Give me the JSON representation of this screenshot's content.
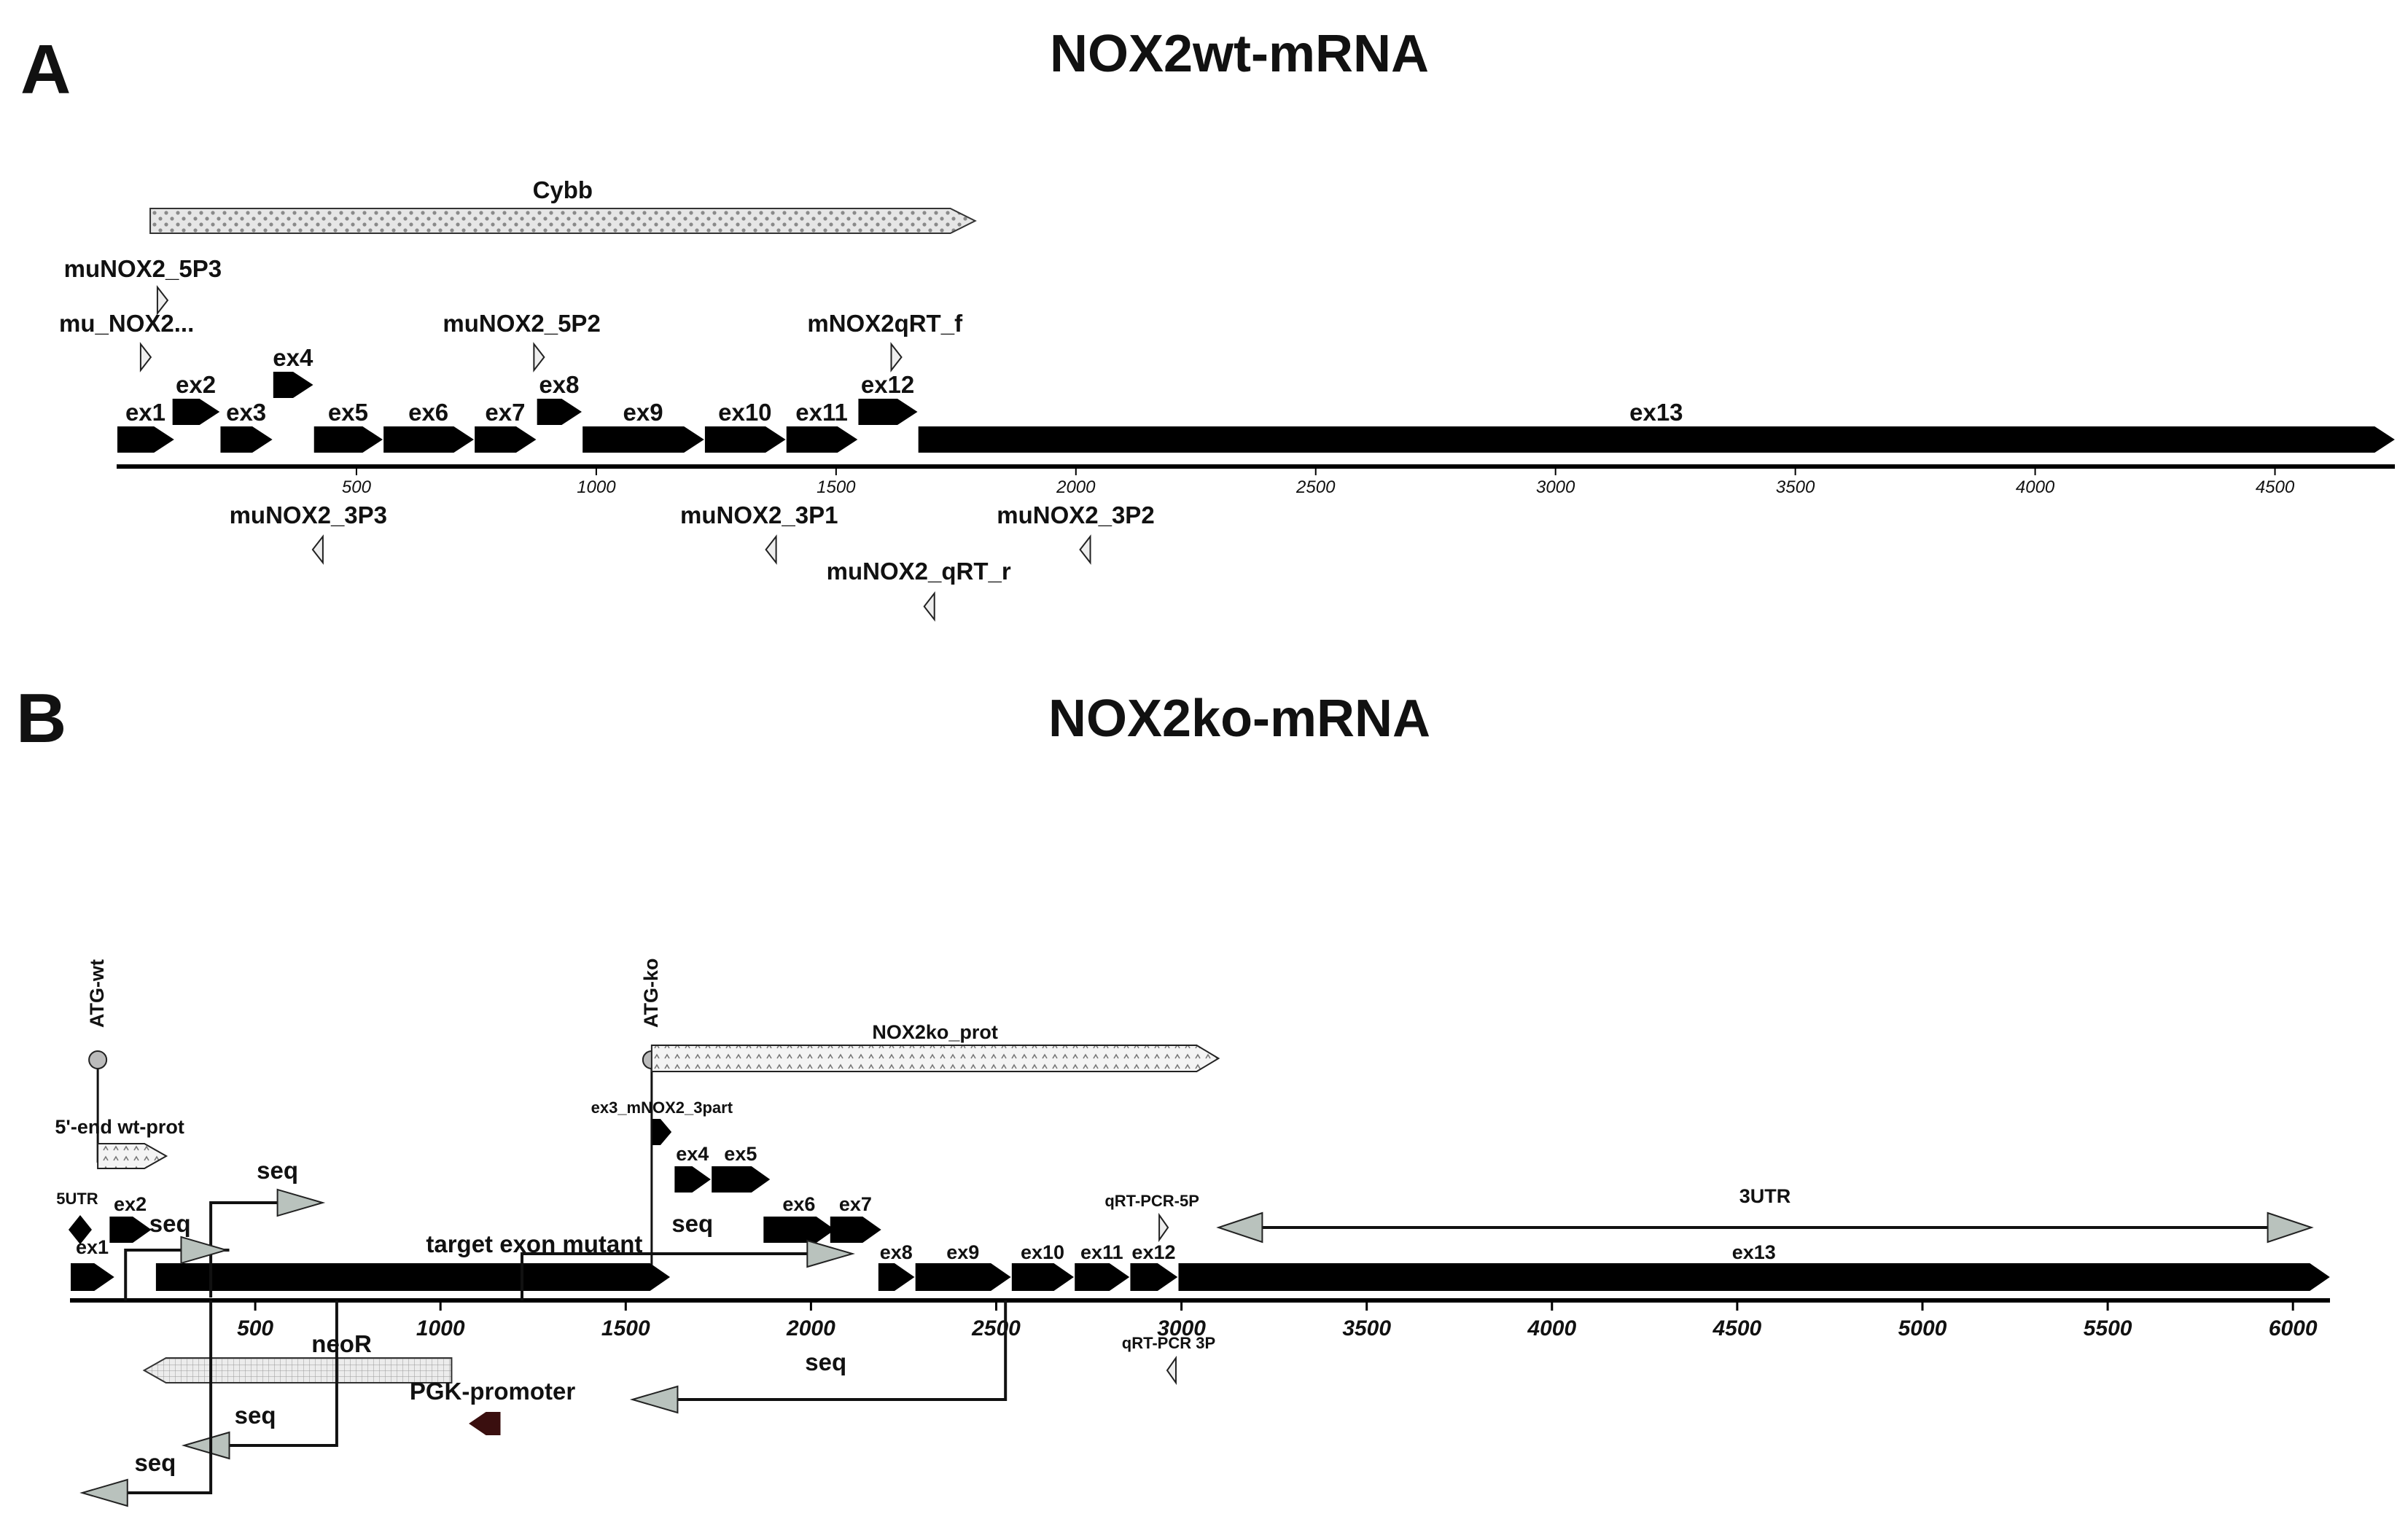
{
  "panel_a": {
    "letter": "A",
    "title": "NOX2wt-mRNA",
    "axis": {
      "min": 0,
      "max": 4750,
      "ticks": [
        500,
        1000,
        1500,
        2000,
        2500,
        3000,
        3500,
        4000,
        4500
      ]
    },
    "cds": {
      "label": "Cybb",
      "start": 70,
      "end": 1790
    },
    "exons": [
      {
        "label": "ex1",
        "start": 0,
        "end": 120,
        "level": 0
      },
      {
        "label": "ex2",
        "start": 115,
        "end": 215,
        "level": 1
      },
      {
        "label": "ex3",
        "start": 215,
        "end": 325,
        "level": 0
      },
      {
        "label": "ex4",
        "start": 325,
        "end": 410,
        "level": 2
      },
      {
        "label": "ex5",
        "start": 410,
        "end": 555,
        "level": 0
      },
      {
        "label": "ex6",
        "start": 555,
        "end": 745,
        "level": 0
      },
      {
        "label": "ex7",
        "start": 745,
        "end": 875,
        "level": 0
      },
      {
        "label": "ex8",
        "start": 875,
        "end": 970,
        "level": 1
      },
      {
        "label": "ex9",
        "start": 970,
        "end": 1225,
        "level": 0
      },
      {
        "label": "ex10",
        "start": 1225,
        "end": 1395,
        "level": 0
      },
      {
        "label": "ex11",
        "start": 1395,
        "end": 1545,
        "level": 0
      },
      {
        "label": "ex12",
        "start": 1545,
        "end": 1670,
        "level": 1
      },
      {
        "label": "ex13",
        "start": 1670,
        "end": 4750,
        "level": 0
      }
    ],
    "primers_above": [
      {
        "label": "muNOX2_5P3",
        "pos": 85,
        "label_pos": -110,
        "label_row": 0,
        "mark_row": 0
      },
      {
        "label": "mu_NOX2...",
        "pos": 50,
        "label_pos": -120,
        "label_row": 1,
        "mark_row": 1
      },
      {
        "label": "muNOX2_5P2",
        "pos": 870,
        "label_pos": 680,
        "label_row": 1,
        "mark_row": 1
      },
      {
        "label": "mNOX2qRT_f",
        "pos": 1615,
        "label_pos": 1440,
        "label_row": 1,
        "mark_row": 1
      }
    ],
    "primers_below": [
      {
        "label": "muNOX2_3P3",
        "pos": 430,
        "label_pos": 235,
        "row": 0
      },
      {
        "label": "muNOX2_3P1",
        "pos": 1375,
        "label_pos": 1175,
        "row": 0
      },
      {
        "label": "muNOX2_3P2",
        "pos": 2030,
        "label_pos": 1835,
        "row": 0
      },
      {
        "label": "muNOX2_qRT_r",
        "pos": 1705,
        "label_pos": 1480,
        "row": 1
      }
    ]
  },
  "panel_b": {
    "letter": "B",
    "title": "NOX2ko-mRNA",
    "axis": {
      "min": 0,
      "max": 6100,
      "ticks": [
        500,
        1000,
        1500,
        2000,
        2500,
        3000,
        3500,
        4000,
        4500,
        5000,
        5500,
        6000
      ]
    },
    "sites": [
      {
        "label": "ATG-wt",
        "pos": 75
      },
      {
        "label": "ATG-ko",
        "pos": 1570
      }
    ],
    "proteins": [
      {
        "label": "5'-end wt-prot",
        "start": 75,
        "end": 260
      },
      {
        "label": "NOX2ko_prot",
        "start": 1570,
        "end": 3100
      }
    ],
    "main_features": [
      {
        "label": "ex1",
        "start": 0,
        "end": 120,
        "type": "exon"
      },
      {
        "label": "target exon mutant",
        "start": 230,
        "end": 1620,
        "type": "exon"
      },
      {
        "label": "ex8",
        "start": 2180,
        "end": 2280,
        "type": "exon"
      },
      {
        "label": "ex9",
        "start": 2280,
        "end": 2540,
        "type": "exon"
      },
      {
        "label": "ex10",
        "start": 2540,
        "end": 2710,
        "type": "exon"
      },
      {
        "label": "ex11",
        "start": 2710,
        "end": 2860,
        "type": "exon"
      },
      {
        "label": "ex12",
        "start": 2860,
        "end": 2990,
        "type": "exon"
      },
      {
        "label": "ex13",
        "start": 2990,
        "end": 6100,
        "type": "exon"
      }
    ],
    "upper_exons": [
      {
        "label": "ex3_mNOX2_3part",
        "start": 1570,
        "end": 1625,
        "level": 3
      },
      {
        "label": "ex4",
        "start": 1630,
        "end": 1730,
        "level": 2
      },
      {
        "label": "ex5",
        "start": 1730,
        "end": 1890,
        "level": 2
      },
      {
        "label": "ex6",
        "start": 1870,
        "end": 2065,
        "level": 1
      },
      {
        "label": "ex7",
        "start": 2050,
        "end": 2190,
        "level": 1
      },
      {
        "label": "ex2",
        "start": 105,
        "end": 220,
        "level": 1
      },
      {
        "label": "5UTR",
        "start": 0,
        "end": 55,
        "level": 1
      }
    ],
    "utr": {
      "label": "3UTR",
      "start": 3100,
      "end": 6050
    },
    "qrt_primers": [
      {
        "label": "qRT-PCR-5P",
        "pos": 2940,
        "dir": "fwd"
      },
      {
        "label": "qRT-PCR 3P",
        "pos": 2985,
        "dir": "rev"
      }
    ],
    "neo": {
      "label": "neoR",
      "start": 1030,
      "end": 200
    },
    "promoter": {
      "label": "PGK-promoter",
      "start": 1160,
      "end": 1080
    },
    "seq_label": "seq"
  }
}
